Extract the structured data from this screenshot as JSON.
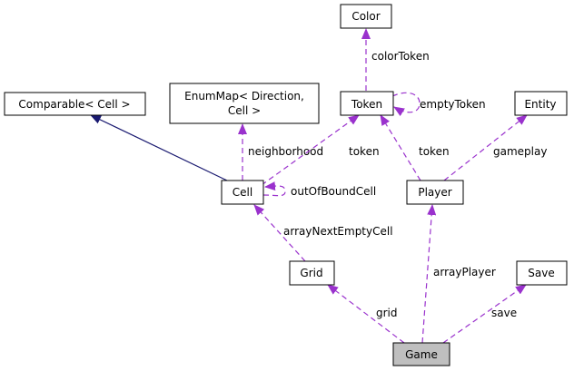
{
  "diagram": {
    "colors": {
      "node_border": "#000000",
      "node_fill": "#ffffff",
      "focus_fill": "#bfbfbf",
      "usage_edge": "#9a32cd",
      "inheritance_edge": "#191970"
    },
    "nodes": {
      "color": {
        "label": "Color"
      },
      "comparable": {
        "label": "Comparable< Cell >"
      },
      "enummap": {
        "line1": "EnumMap< Direction,",
        "line2": "Cell >"
      },
      "token": {
        "label": "Token"
      },
      "entity": {
        "label": "Entity"
      },
      "cell": {
        "label": "Cell"
      },
      "player": {
        "label": "Player"
      },
      "grid": {
        "label": "Grid"
      },
      "save": {
        "label": "Save"
      },
      "game": {
        "label": "Game"
      }
    },
    "edges": {
      "colorToken": "colorToken",
      "emptyToken": "emptyToken",
      "neighborhood": "neighborhood",
      "cellToken": "token",
      "playerToken": "token",
      "gameplay": "gameplay",
      "outOfBoundCell": "outOfBoundCell",
      "arrayNextEmptyCell": "arrayNextEmptyCell",
      "arrayPlayer": "arrayPlayer",
      "grid": "grid",
      "save": "save"
    }
  }
}
